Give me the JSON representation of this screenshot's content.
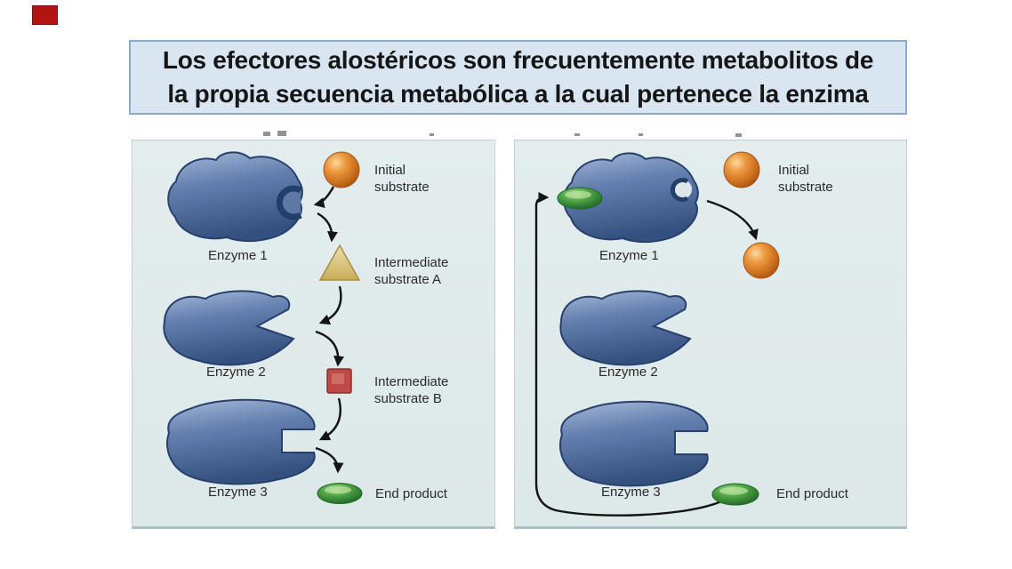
{
  "title": {
    "line1": "Los efectores alostéricos son frecuentemente metabolitos de",
    "line2": "la propia secuencia metabólica a la cual pertenece la enzima"
  },
  "left_panel": {
    "enzyme1_label": "Enzyme 1",
    "enzyme2_label": "Enzyme 2",
    "enzyme3_label": "Enzyme 3",
    "initial_substrate_label": "Initial\nsubstrate",
    "intermediate_a_label": "Intermediate\nsubstrate A",
    "intermediate_b_label": "Intermediate\nsubstrate B",
    "end_product_label": "End product"
  },
  "right_panel": {
    "enzyme1_label": "Enzyme 1",
    "enzyme2_label": "Enzyme 2",
    "enzyme3_label": "Enzyme 3",
    "initial_substrate_label": "Initial\nsubstrate",
    "end_product_label": "End product"
  },
  "colors": {
    "title_bg": "#d9e6f2",
    "title_border": "#8aabcd",
    "title_text": "#161616",
    "panel_bg": "#e0eaeb",
    "enzyme_blue": "#5d7bac",
    "enzyme_outline": "#27406c",
    "initial_substrate_orange": "#e08a2e",
    "intermediate_a_yellow": "#d4ba67",
    "intermediate_b_red": "#bd4a47",
    "end_product_green": "#3f9a3c",
    "arrow_black": "#141414",
    "corner_marker_red": "#b21511"
  }
}
